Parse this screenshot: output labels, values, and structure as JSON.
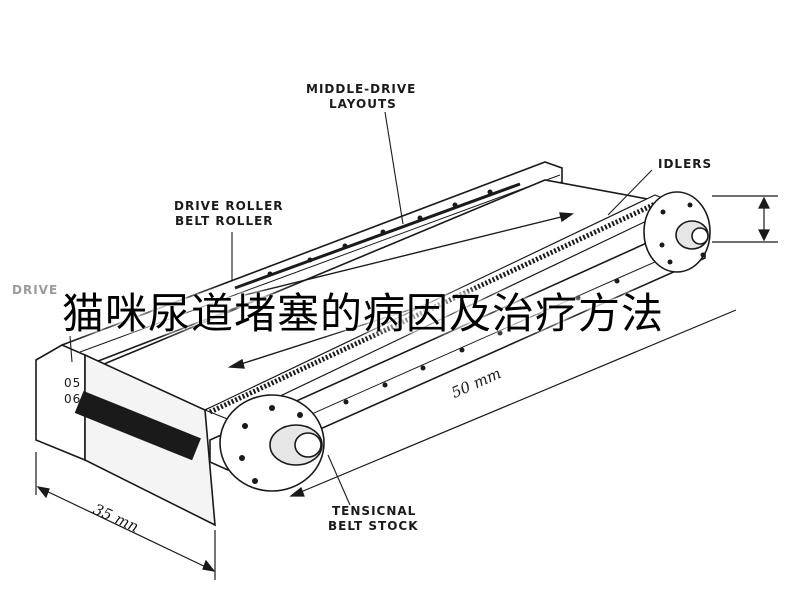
{
  "overlay_title": "猫咪尿道堵塞的病因及治疗方法",
  "labels": {
    "middle_drive_line1": "MIDDLE-DRIVE",
    "middle_drive_line2": "LAYOUTS",
    "idlers": "IDLERS",
    "drive_roller_line1": "DRIVE ROLLER",
    "drive_roller_line2": "BELT ROLLER",
    "drive_partial": "DRIVE",
    "tensional_line1": "TENSICNAL",
    "tensional_line2": "BELT STOCK"
  },
  "dimensions": {
    "length": "50 mm",
    "width": "35 mn"
  },
  "side_marks": {
    "top": "05",
    "mid": "06"
  },
  "colors": {
    "ink": "#1a1a1a",
    "paper": "#ffffff",
    "shade": "#e6e6e6"
  }
}
